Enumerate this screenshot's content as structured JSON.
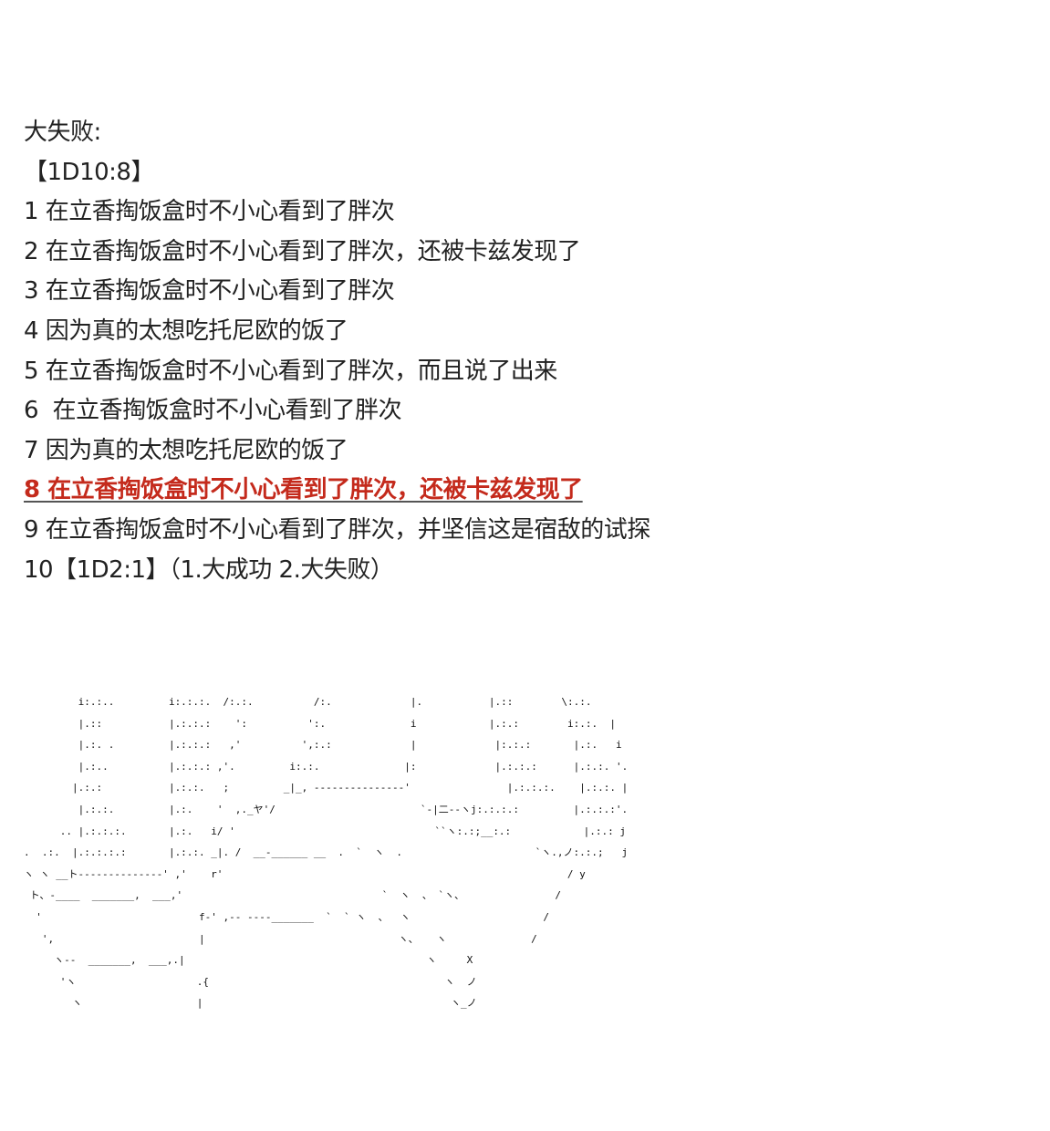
{
  "heading": "大失败:",
  "roll": "【1D10:8】",
  "options": [
    "1 在立香掏饭盒时不小心看到了胖次",
    "2 在立香掏饭盒时不小心看到了胖次，还被卡兹发现了",
    "3 在立香掏饭盒时不小心看到了胖次",
    "4 因为真的太想吃托尼欧的饭了",
    "5 在立香掏饭盒时不小心看到了胖次，而且说了出来",
    "6  在立香掏饭盒时不小心看到了胖次",
    "7 因为真的太想吃托尼欧的饭了",
    "8 在立香掏饭盒时不小心看到了胖次，还被卡兹发现了",
    "9 在立香掏饭盒时不小心看到了胖次，并坚信这是宿敌的试探",
    "10【1D2:1】（1.大成功 2.大失败）"
  ],
  "highlight_color": "#c42a1c",
  "ascii_art": [
    "         i:.:..         i:.:.:.  /:.:.          /:.             |.           |.::        \\:.:.",
    "         |.::           |.:.:.:    ':          ':.              i            |.:.:        i:.:.  |",
    "         |.:. .         |.:.:.:   ,'          ',:.:             |             |:.:.:       |.:.   i",
    "         |.:..          |.:.:.: ,'.         i:.:.              |:             |.:.:.:      |.:.:. '.",
    "        |.:.:           |.:.:.   ;         _|_, ---------------'                |.:.:.:.    |.:.:. |",
    "         |.:.:.         |.:.    '  ,._ヤ'/                        `-|二--ヽj:.:.:.:         |.:.:.:'.",
    "      .. |.:.:.:.       |.:.   i/ '                                 ``ヽ:.:;__:.:            |.:.: j",
    ".  .:.  |.:.:.:.:       |.:.:. _|. /  __-______ __  .  `  ヽ  .                      `ヽ.,ノ:.:.;   j",
    "ヽ ヽ __ト--------------' ,'    r'                                                         / y",
    " ト、-____  _______,  ___,'                                 `  ヽ  、 `ヽ、               /",
    "  '                          f-' ,-- ----_______  `  ` ヽ  、  ヽ                      /",
    "   ',                        |                                ヽ、   ヽ              /",
    "     ヽ--  _______,  ___,.|                                        ヽ     X",
    "      'ヽ                    .{                                       ヽ  ノ",
    "        ヽ                   |                                         ヽ_ノ"
  ]
}
